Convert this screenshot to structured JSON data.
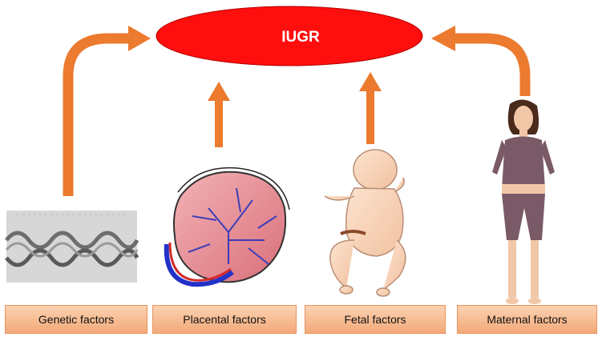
{
  "goal": {
    "label": "IUGR"
  },
  "factors": [
    {
      "label": "Genetic factors",
      "image": "dna-gel-image"
    },
    {
      "label": "Placental factors",
      "image": "placenta-image"
    },
    {
      "label": "Fetal factors",
      "image": "fetus-image"
    },
    {
      "label": "Maternal factors",
      "image": "mother-image"
    }
  ],
  "colors": {
    "arrow": "#ec7a2f",
    "goal_fill": "#ff0e0e",
    "box_fill": "#f6b98c"
  }
}
